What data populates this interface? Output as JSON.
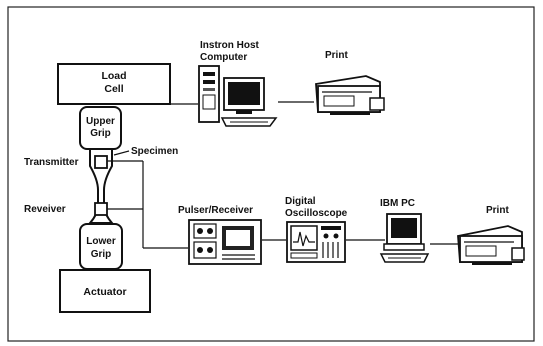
{
  "labels": {
    "load_cell": [
      "Load",
      "Cell"
    ],
    "upper_grip": [
      "Upper",
      "Grip"
    ],
    "lower_grip": [
      "Lower",
      "Grip"
    ],
    "actuator": "Actuator",
    "transmitter": "Transmitter",
    "receiver": "Reveiver",
    "specimen": "Specimen",
    "host_computer": [
      "Instron Host",
      "Computer"
    ],
    "print_top": "Print",
    "pulser_receiver": "Pulser/Receiver",
    "oscilloscope": [
      "Digital",
      "Oscilloscope"
    ],
    "ibm_pc": "IBM PC",
    "print_bottom": "Print"
  },
  "icons": {
    "host_computer": "desktop-computer-icon",
    "printer": "printer-icon",
    "pulser_receiver": "pulser-receiver-instrument-icon",
    "oscilloscope": "oscilloscope-icon",
    "ibm_pc": "ibm-pc-icon"
  }
}
